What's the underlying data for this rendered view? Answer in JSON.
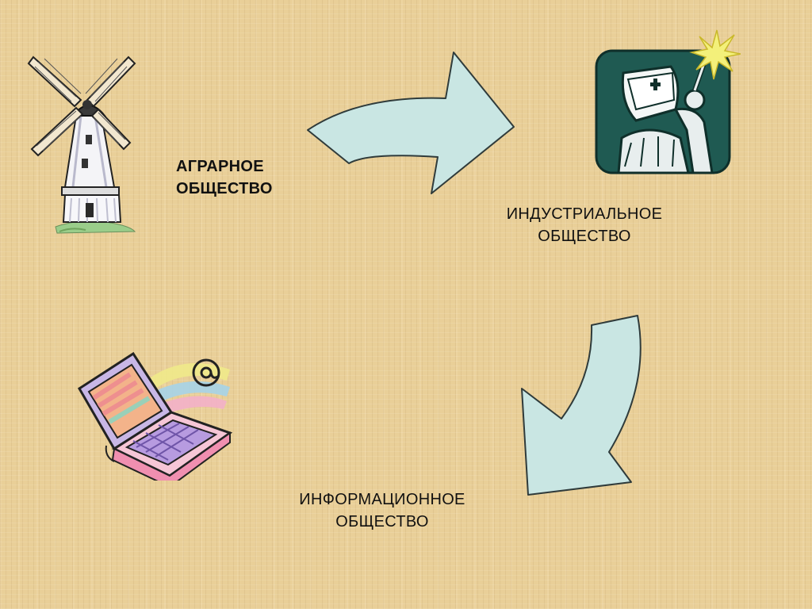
{
  "stages": {
    "agrarian": {
      "line1": "АГРАРНОЕ",
      "line2": "ОБЩЕСТВО"
    },
    "industrial": {
      "line1": "ИНДУСТРИАЛЬНОЕ",
      "line2": "ОБЩЕСТВО"
    },
    "information": {
      "line1": "ИНФОРМАЦИОННОЕ",
      "line2": "ОБЩЕСТВО"
    }
  },
  "colors": {
    "background": "#e9cf98",
    "arrow_fill": "#c9e6e3",
    "arrow_stroke": "#2f3b3b",
    "welder_panel": "#1f5a52",
    "spark": "#f3f07a"
  },
  "icons": {
    "agrarian": "windmill-icon",
    "industrial": "welder-icon",
    "information": "laptop-email-icon"
  }
}
